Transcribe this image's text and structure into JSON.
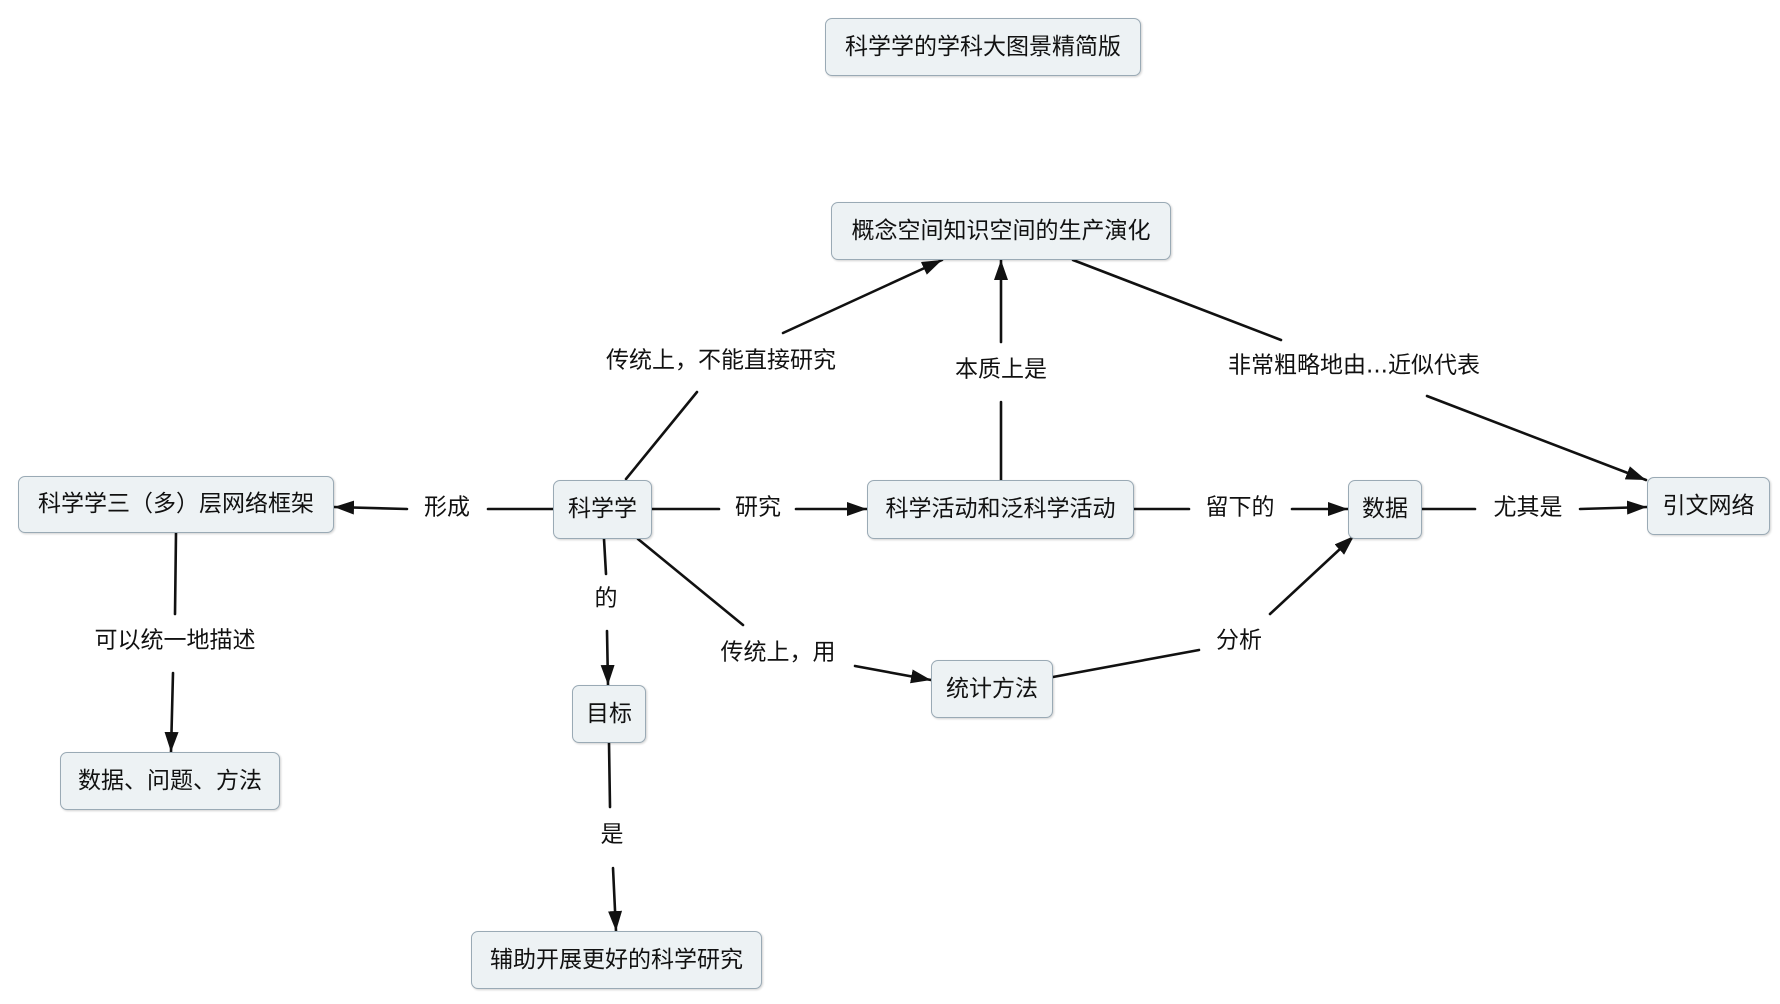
{
  "diagram": {
    "title": "科学学的学科大图景精简版",
    "nodes": {
      "concept_space": "概念空间知识空间的生产演化",
      "framework": "科学学三（多）层网络框架",
      "scientometrics": "科学学",
      "activities": "科学活动和泛科学活动",
      "data": "数据",
      "citation_network": "引文网络",
      "goal": "目标",
      "statistics": "统计方法",
      "data_problem_method": "数据、问题、方法",
      "better_research": "辅助开展更好的科学研究"
    },
    "edges": [
      {
        "from": "scientometrics",
        "to": "concept_space",
        "label": "传统上，不能直接研究"
      },
      {
        "from": "activities",
        "to": "concept_space",
        "label": "本质上是"
      },
      {
        "from": "concept_space",
        "to": "citation_network",
        "label": "非常粗略地由...近似代表"
      },
      {
        "from": "scientometrics",
        "to": "framework",
        "label": "形成"
      },
      {
        "from": "scientometrics",
        "to": "activities",
        "label": "研究"
      },
      {
        "from": "activities",
        "to": "data",
        "label": "留下的"
      },
      {
        "from": "data",
        "to": "citation_network",
        "label": "尤其是"
      },
      {
        "from": "scientometrics",
        "to": "goal",
        "label": "的"
      },
      {
        "from": "scientometrics",
        "to": "statistics",
        "label": "传统上，用"
      },
      {
        "from": "statistics",
        "to": "data",
        "label": "分析"
      },
      {
        "from": "framework",
        "to": "data_problem_method",
        "label": "可以统一地描述"
      },
      {
        "from": "goal",
        "to": "better_research",
        "label": "是"
      }
    ],
    "colors": {
      "node_fill": "#edf2f4",
      "node_border": "#9aaab5",
      "line": "#111111"
    }
  }
}
